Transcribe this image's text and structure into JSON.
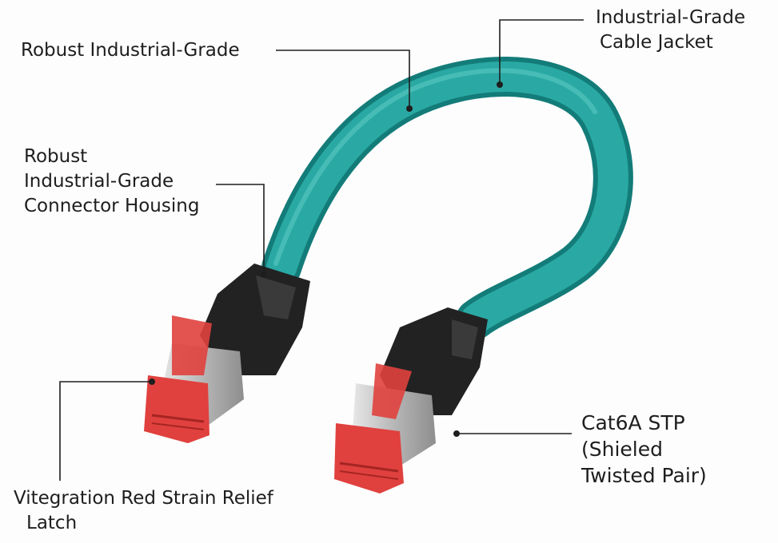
{
  "labels": {
    "top_left": "Robust Industrial-Grade",
    "top_right_line1": "Industrial-Grade",
    "top_right_line2": "Cable Jacket",
    "housing_line1": "Robust",
    "housing_line2": "Industrial-Grade",
    "housing_line3": "Connector Housing",
    "cat_line1": "Cat6A STP",
    "cat_line2": "(Shieled",
    "cat_line3": "Twisted Pair)",
    "latch_line1": "Vitegration Red Strain Relief",
    "latch_line2": "Latch"
  },
  "colors": {
    "cable": "#1d9a96",
    "housing": "#222222",
    "latch": "#e0413e",
    "leader": "#1e1e1e"
  }
}
